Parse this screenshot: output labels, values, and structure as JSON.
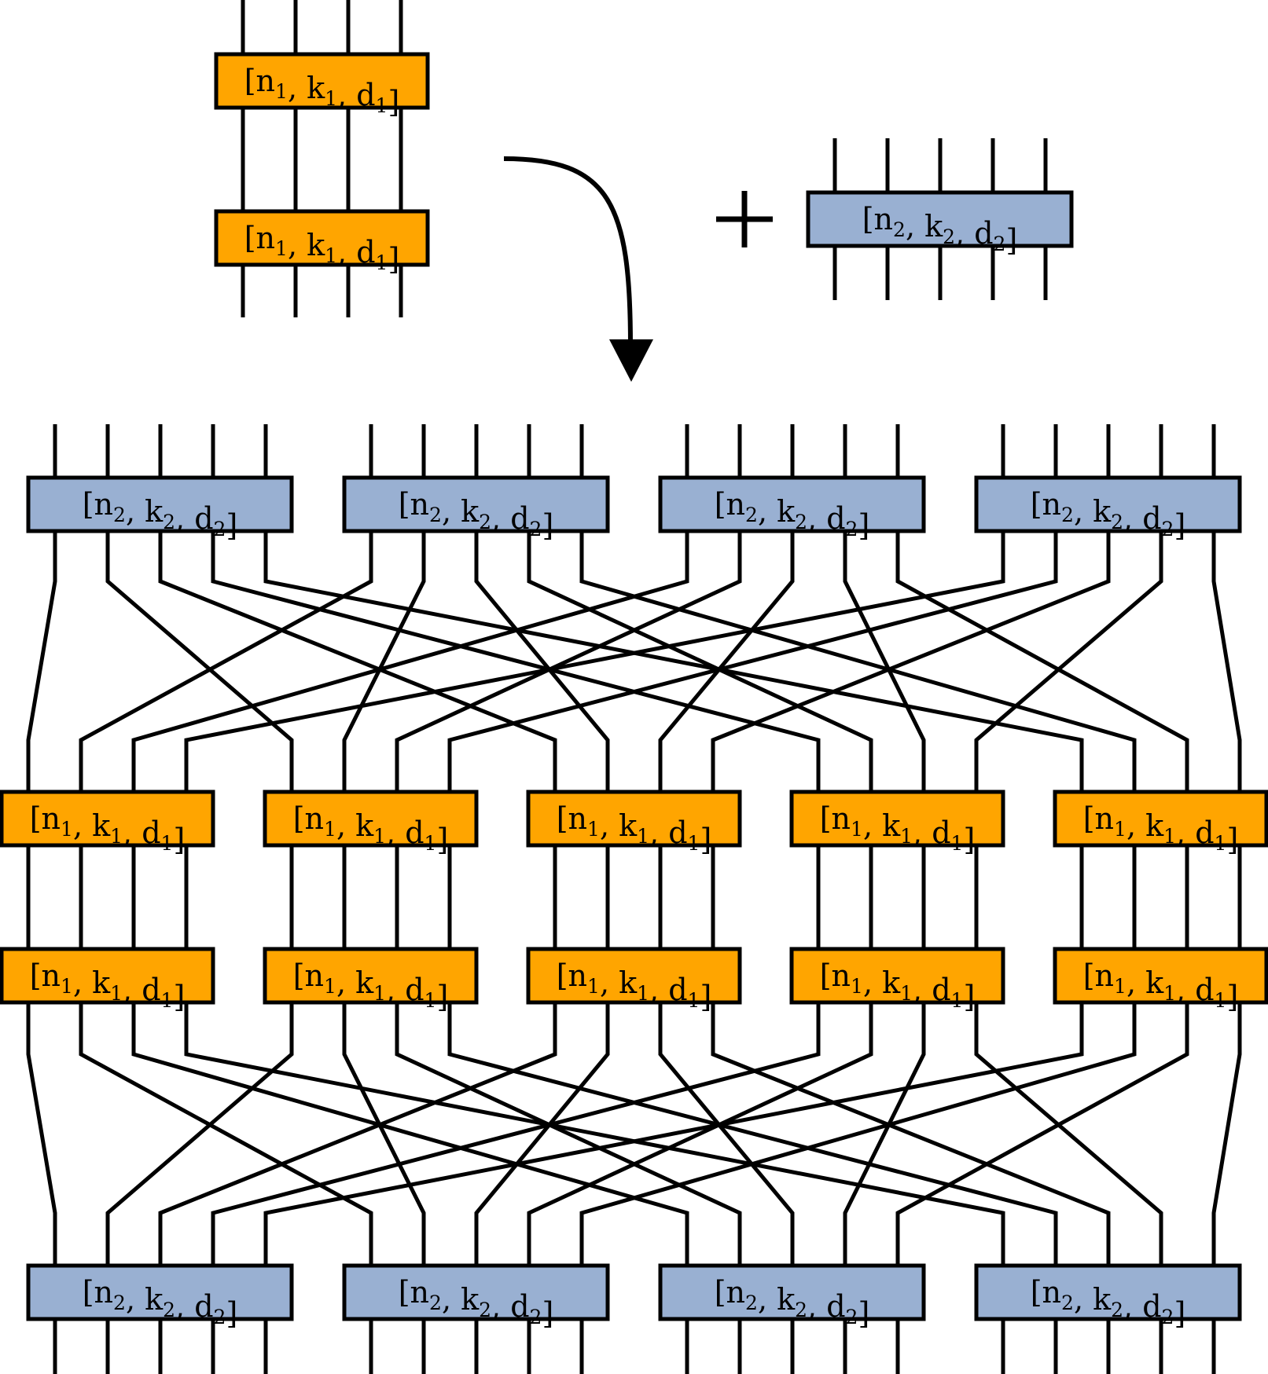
{
  "labels": {
    "code1": {
      "n": "n",
      "k": "k",
      "d": "d",
      "sub": "1"
    },
    "code2": {
      "n": "n",
      "k": "k",
      "d": "d",
      "sub": "2"
    }
  },
  "plus_sign": "+",
  "colors": {
    "code1_fill": "#FFA500",
    "code2_fill": "#99B0D2",
    "line": "#000000",
    "background": "#FFFFFF"
  }
}
